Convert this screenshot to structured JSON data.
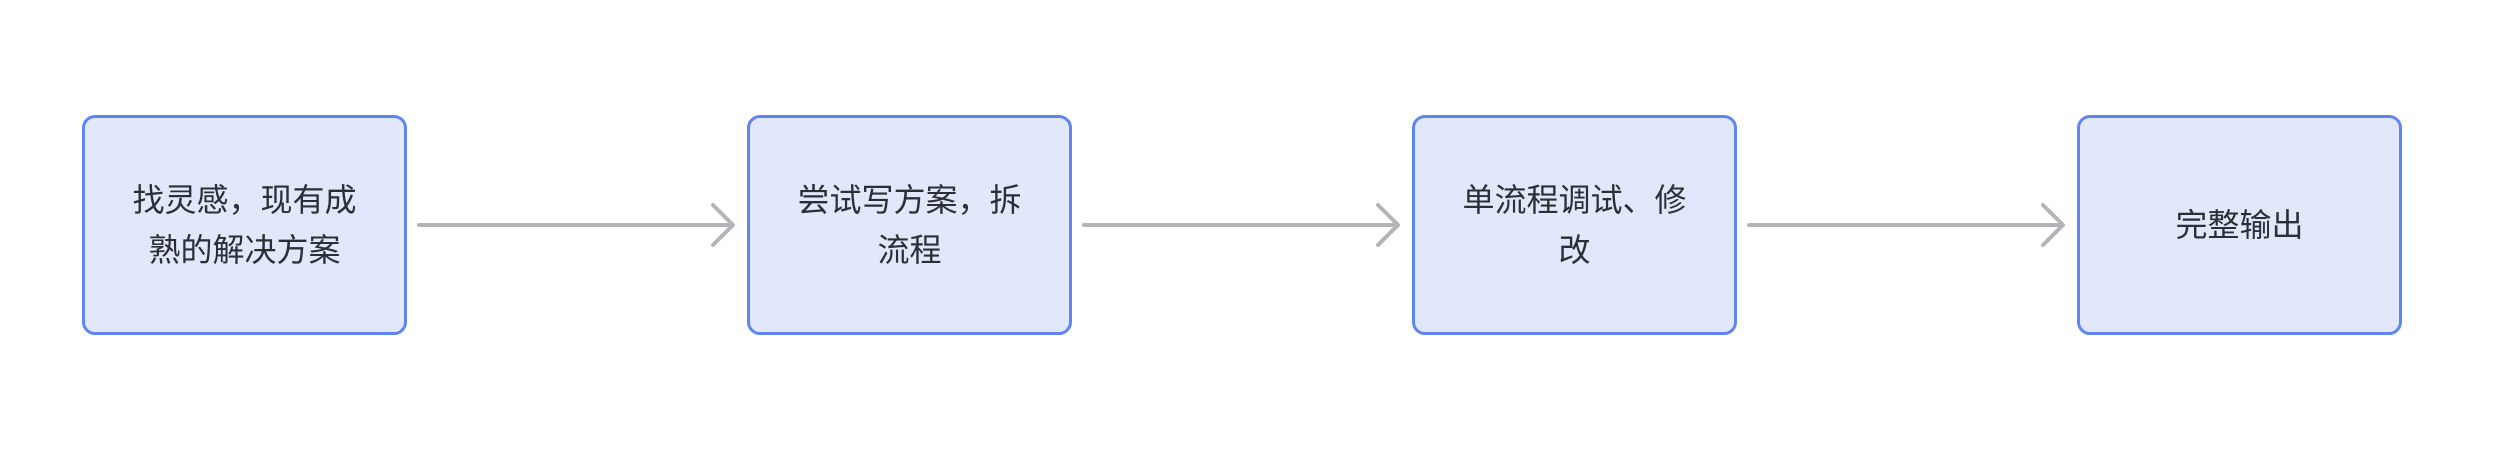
{
  "canvas": {
    "background": "#ffffff"
  },
  "flowchart": {
    "type": "flowchart",
    "direction": "left-to-right",
    "style": {
      "node_fill": "#e1e8fb",
      "node_border": "#5e85f1",
      "node_text_color": "#2b2f36",
      "connector_color": "#b2b4b8"
    },
    "nodes": [
      {
        "id": "step-1",
        "label": "找灵感，现有成熟的解决方案"
      },
      {
        "id": "step-2",
        "label": "尝试写方案，拆流程"
      },
      {
        "id": "step-3",
        "label": "单流程调试、修改"
      },
      {
        "id": "step-4",
        "label": "完整输出"
      }
    ],
    "connectors": [
      {
        "from": "step-1",
        "to": "step-2",
        "arrow": "right"
      },
      {
        "from": "step-2",
        "to": "step-3",
        "arrow": "right"
      },
      {
        "from": "step-3",
        "to": "step-4",
        "arrow": "right"
      }
    ]
  }
}
